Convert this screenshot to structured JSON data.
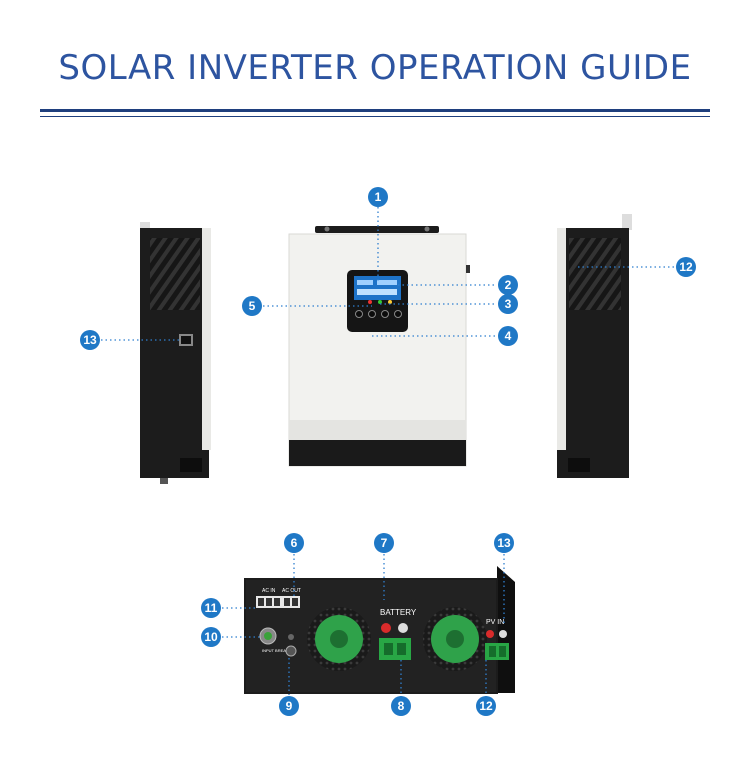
{
  "title": "SOLAR INVERTER OPERATION GUIDE",
  "colors": {
    "accent": "#2d54a0",
    "badge": "#1f78c6",
    "body": "#f1f1ef",
    "dark": "#1b1b1b"
  },
  "panel_labels": {
    "ac_in": "AC IN",
    "ac_out": "AC OUT",
    "battery": "BATTERY",
    "pv_in": "PV IN",
    "input_breaker": "INPUT BREAKER"
  },
  "callouts": {
    "c1": "1",
    "c2": "2",
    "c3": "3",
    "c4": "4",
    "c5": "5",
    "c6": "6",
    "c7": "7",
    "c8": "8",
    "c9": "9",
    "c10": "10",
    "c11": "11",
    "c12a": "12",
    "c12b": "12",
    "c13a": "13",
    "c13b": "13"
  }
}
